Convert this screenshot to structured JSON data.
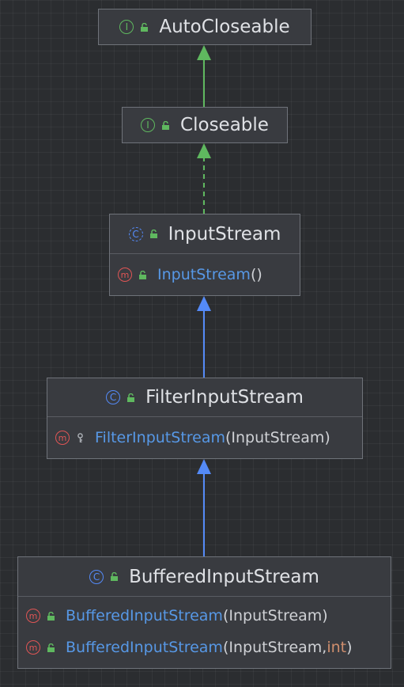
{
  "diagram": {
    "nodes": [
      {
        "id": "autocloseable",
        "kind": "interface",
        "kind_glyph": "I",
        "title": "AutoCloseable",
        "members": []
      },
      {
        "id": "closeable",
        "kind": "interface",
        "kind_glyph": "I",
        "title": "Closeable",
        "members": []
      },
      {
        "id": "inputstream",
        "kind": "abstract-class",
        "kind_glyph": "C",
        "title": "InputStream",
        "members": [
          {
            "kind_glyph": "m",
            "visibility": "public",
            "name": "InputStream",
            "params": "()"
          }
        ]
      },
      {
        "id": "filterinputstream",
        "kind": "class",
        "kind_glyph": "C",
        "title": "FilterInputStream",
        "members": [
          {
            "kind_glyph": "m",
            "visibility": "protected",
            "name": "FilterInputStream",
            "params": "(InputStream)"
          }
        ]
      },
      {
        "id": "bufferedinputstream",
        "kind": "class",
        "kind_glyph": "C",
        "title": "BufferedInputStream",
        "members": [
          {
            "kind_glyph": "m",
            "visibility": "public",
            "name": "BufferedInputStream",
            "params": "(InputStream)"
          },
          {
            "kind_glyph": "m",
            "visibility": "public",
            "name": "BufferedInputStream",
            "params": "(InputStream, ",
            "type": "int",
            "params_end": ")"
          }
        ]
      }
    ],
    "edges": [
      {
        "from": "closeable",
        "to": "autocloseable",
        "style": "solid",
        "color": "#5fb85f"
      },
      {
        "from": "inputstream",
        "to": "closeable",
        "style": "dashed",
        "color": "#5fb85f"
      },
      {
        "from": "filterinputstream",
        "to": "inputstream",
        "style": "solid",
        "color": "#548af7"
      },
      {
        "from": "bufferedinputstream",
        "to": "filterinputstream",
        "style": "solid",
        "color": "#548af7"
      }
    ]
  },
  "colors": {
    "background": "#2b2d30",
    "node_fill": "#393b40",
    "interface_icon": "#5fb85f",
    "class_icon": "#548af7",
    "method_icon": "#e05555",
    "method_name": "#5798e6",
    "primitive_type": "#cf8e6d"
  }
}
